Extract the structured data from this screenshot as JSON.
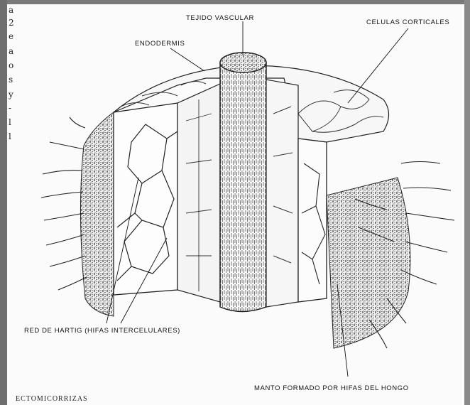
{
  "figure": {
    "labels": {
      "vascular_tissue": "TEJIDO VASCULAR",
      "cortical_cells": "CELULAS CORTICALES",
      "endodermis": "ENDODERMIS",
      "hartig_net": "RED DE HARTIG (HIFAS INTERCELULARES)",
      "fungal_mantle": "MANTO FORMADO POR HIFAS DEL HONGO"
    },
    "caption": "ECTOMICORRIZAS"
  },
  "margin_text": [
    "a",
    "2",
    "e",
    "a",
    "o",
    "s",
    "y",
    "-",
    "l",
    "l"
  ],
  "colors": {
    "ink": "#1a1a1a",
    "paper": "#fbfbfb",
    "stipple": "#3a3a3a"
  }
}
